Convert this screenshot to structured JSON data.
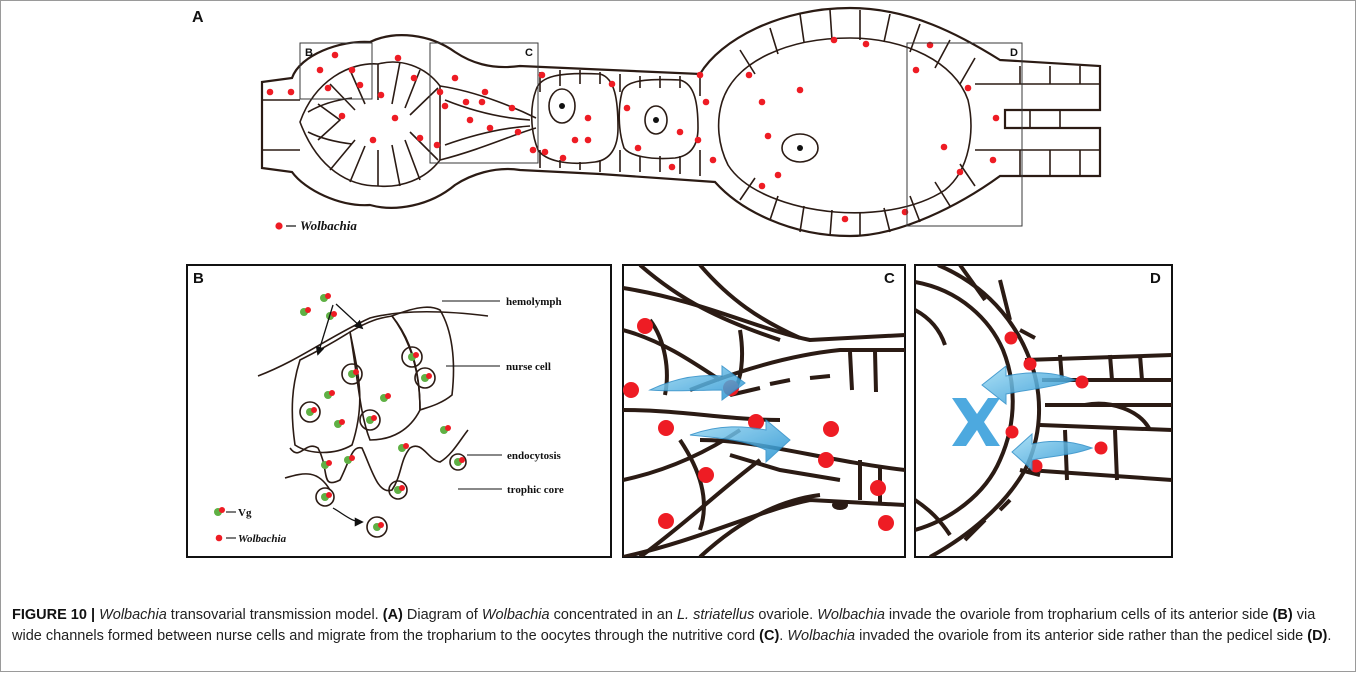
{
  "panels": {
    "a": {
      "letter": "A",
      "box_b": "B",
      "box_c": "C",
      "box_d": "D",
      "legend_label": "Wolbachia"
    },
    "b": {
      "letter": "B",
      "hemolymph": "hemolymph",
      "nurse_cell": "nurse cell",
      "endocytosis": "endocytosis",
      "trophic_core": "trophic core",
      "legend_vg": "Vg",
      "legend_wolbachia": "Wolbachia"
    },
    "c": {
      "letter": "C"
    },
    "d": {
      "letter": "D"
    }
  },
  "caption": {
    "figure_label": "FIGURE 10 |",
    "t1": "Wolbachia",
    "t2": " transovarial transmission model. ",
    "t3": "(A)",
    "t4": " Diagram of ",
    "t5": "Wolbachia",
    "t6": " concentrated in an ",
    "t7": "L. striatellus",
    "t8": " ovariole. ",
    "t9": "Wolbachia",
    "t10": " invade the ovariole from tropharium cells of its anterior side ",
    "t11": "(B)",
    "t12": " via wide channels formed between nurse cells and migrate from the tropharium to the oocytes through the nutritive cord ",
    "t13": "(C)",
    "t14": ". ",
    "t15": "Wolbachia",
    "t16": " invaded the ovariole from its anterior side rather than the pedicel side ",
    "t17": "(D)",
    "t18": "."
  },
  "colors": {
    "wolbachia": "#ee1c24",
    "vg": "#5fb044",
    "arrow": "#4ab6e6",
    "outline": "#2b1b14"
  }
}
